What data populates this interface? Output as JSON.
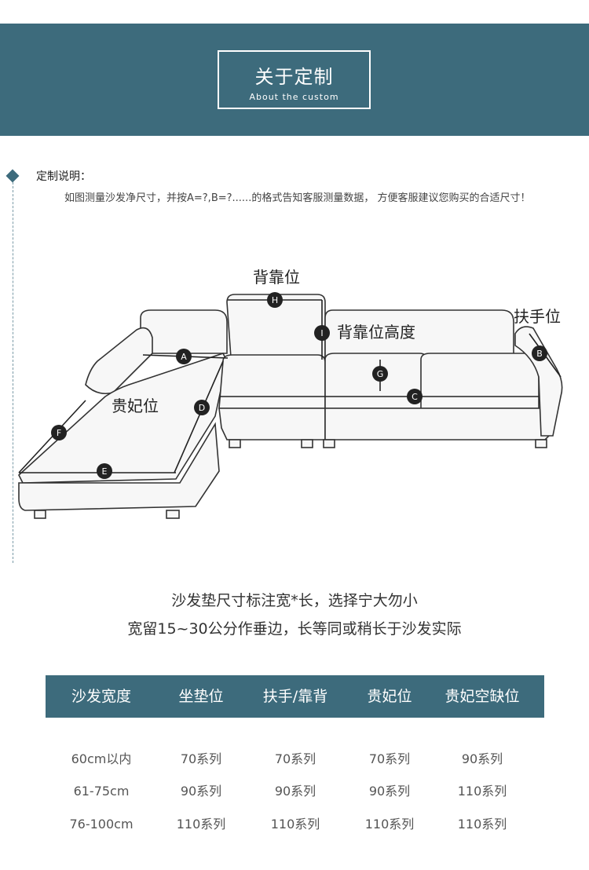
{
  "header": {
    "title_cn": "关于定制",
    "title_en": "About the custom",
    "band_color": "#3d6b7c"
  },
  "intro": {
    "section_title": "定制说明：",
    "description": "如图测量沙发净尺寸，并按A=?,B=?......的格式告知客服测量数据， 方便客服建议您购买的合适尺寸！"
  },
  "diagram": {
    "labels": {
      "backrest": "背靠位",
      "backrest_height": "背靠位高度",
      "armrest": "扶手位",
      "chaise": "贵妃位"
    },
    "markers": [
      "A",
      "B",
      "C",
      "D",
      "E",
      "F",
      "G",
      "H",
      "I"
    ]
  },
  "notes": {
    "line1": "沙发垫尺寸标注宽*长，选择宁大勿小",
    "line2": "宽留15~30公分作垂边，长等同或稍长于沙发实际"
  },
  "table": {
    "headers": [
      "沙发宽度",
      "坐垫位",
      "扶手/靠背",
      "贵妃位",
      "贵妃空缺位"
    ],
    "rows": [
      [
        "60cm以内",
        "70系列",
        "70系列",
        "70系列",
        "90系列"
      ],
      [
        "61-75cm",
        "90系列",
        "90系列",
        "90系列",
        "110系列"
      ],
      [
        "76-100cm",
        "110系列",
        "110系列",
        "110系列",
        "110系列"
      ]
    ]
  }
}
